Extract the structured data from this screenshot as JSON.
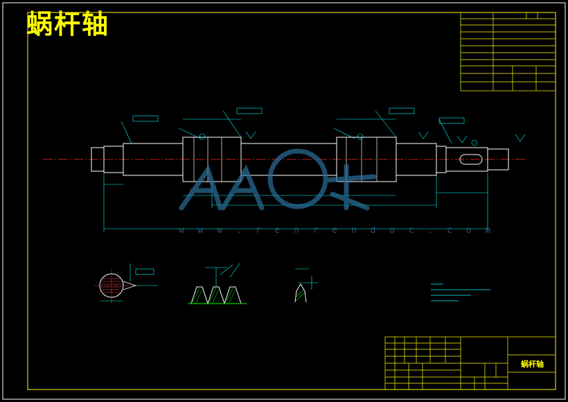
{
  "title": "蜗杆轴",
  "title_block": {
    "part_name": "蜗杆轴"
  },
  "watermark": {
    "url": "w w w . r e n r e n d o c . c o m"
  },
  "colors": {
    "background": "#000000",
    "frame": "#ffff00",
    "outline": "#ffffff",
    "dimension": "#00ffff",
    "centerline": "#ff2a2a",
    "hatch": "#00cc00"
  }
}
